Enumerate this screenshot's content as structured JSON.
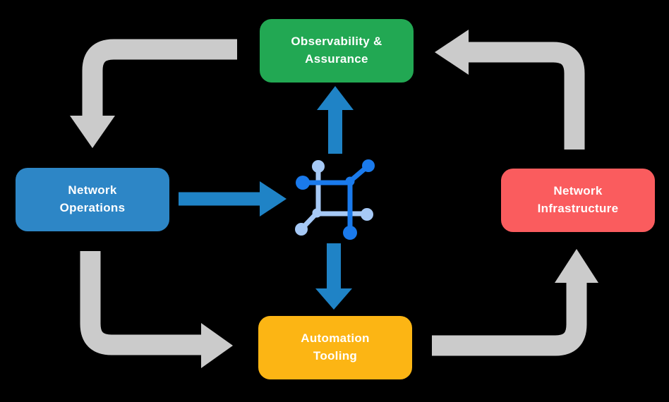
{
  "diagram": {
    "nodes": {
      "observability": {
        "label": "Observability &\nAssurance",
        "color": "#22A853"
      },
      "operations": {
        "label": "Network\nOperations",
        "color": "#2D86C6"
      },
      "infrastructure": {
        "label": "Network\nInfrastructure",
        "color": "#FA5C5E"
      },
      "automation": {
        "label": "Automation\nTooling",
        "color": "#FCB514"
      }
    },
    "icons": {
      "center": "network-automation-nodes-icon"
    },
    "colors": {
      "background": "#000000",
      "cycle_arrow": "#CBCBCB",
      "flow_arrow": "#1F83C6",
      "icon_dark": "#1A7AEC",
      "icon_light": "#A6C9F6",
      "node_text": "#FFFFFF"
    }
  }
}
